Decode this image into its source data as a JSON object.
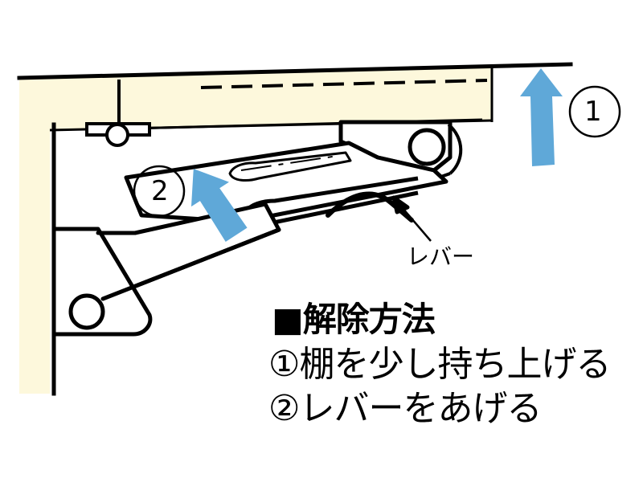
{
  "diagram": {
    "title_block": {
      "bullet": "■",
      "heading": "解除方法",
      "steps": [
        "①棚を少し持ち上げる",
        "②レバーをあげる"
      ]
    },
    "callouts": [
      {
        "id": "lever",
        "label": "レバー",
        "leader": "arrow-pointing-up-left-to-lever"
      }
    ],
    "markers": [
      {
        "id": "marker-1",
        "number": "1",
        "shape": "circle"
      },
      {
        "id": "marker-2",
        "number": "2",
        "shape": "circle"
      }
    ],
    "arrows": [
      {
        "id": "arrow-1",
        "direction": "up",
        "meaning": "lift-shelf"
      },
      {
        "id": "arrow-2",
        "direction": "up-left",
        "meaning": "raise-lever"
      }
    ],
    "parts": [
      {
        "id": "wall-panel",
        "name": "wall-panel"
      },
      {
        "id": "shelf-board",
        "name": "shelf-board"
      },
      {
        "id": "shelf-hinge",
        "name": "shelf-hinge-pivot"
      },
      {
        "id": "bracket-arm",
        "name": "bracket-support-arm"
      },
      {
        "id": "gas-strut",
        "name": "gas-strut-cylinder"
      },
      {
        "id": "lever",
        "name": "release-lever"
      },
      {
        "id": "lower-pivot",
        "name": "lower-pivot-pin"
      },
      {
        "id": "upper-pivot",
        "name": "upper-pivot-pin"
      }
    ]
  },
  "colors": {
    "panel_fill": "#FDF8DC",
    "arrow_blue": "#5FA8D8",
    "line_black": "#000000",
    "background": "#FFFFFF"
  }
}
